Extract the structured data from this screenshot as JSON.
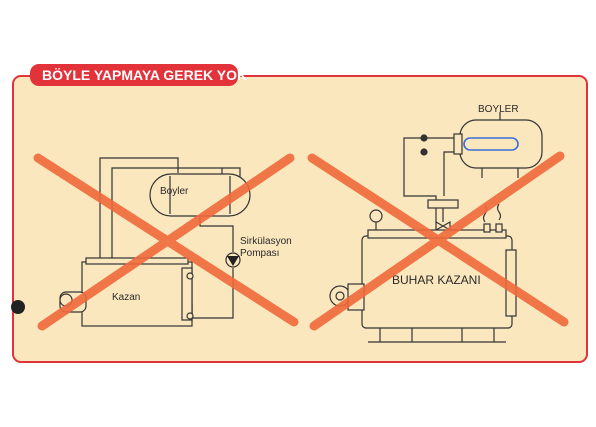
{
  "banner": {
    "text": "BÖYLE YAPMAYA GEREK YOK"
  },
  "left_diagram": {
    "boiler_label": "Boyler",
    "pump_label_line1": "Sirkülasyon",
    "pump_label_line2": "Pompası",
    "furnace_label": "Kazan"
  },
  "right_diagram": {
    "boiler_label": "BOYLER",
    "steam_boiler_label": "BUHAR KAZANI"
  },
  "colors": {
    "panel_background": "#fbe7bd",
    "panel_border": "#e2323a",
    "banner_background": "#e2323a",
    "banner_text": "#ffffff",
    "cross_mark": "#ef6a3c",
    "line_art": "#333333"
  }
}
